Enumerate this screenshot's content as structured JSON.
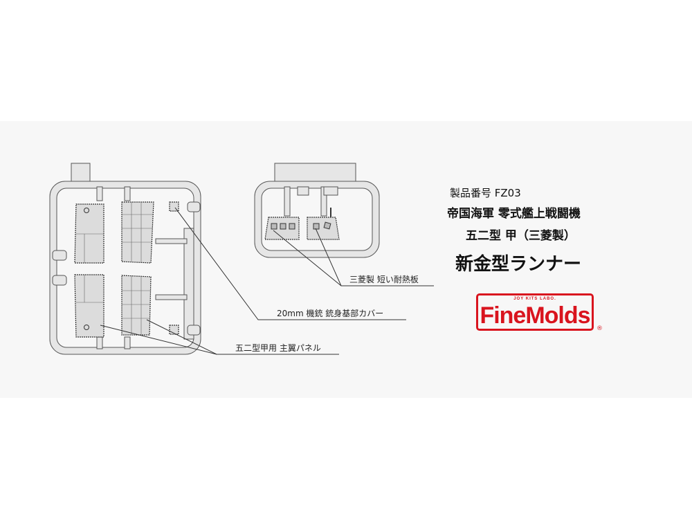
{
  "product": {
    "number_line": "製品番号 FZ03",
    "title_line1": "帝国海軍 零式艦上戦闘機",
    "title_line2": "五二型 甲（三菱製）",
    "title_line3": "新金型ランナー"
  },
  "logo": {
    "text": "FineMolds",
    "tagline": "JOY KITS LABO.",
    "registered": "®",
    "color": "#d9141e"
  },
  "callouts": {
    "heat_shield": "三菱製 短い耐熱板",
    "gun_cover": "20mm 機銃 銃身基部カバー",
    "wing_panel": "五二型甲用 主翼パネル"
  }
}
